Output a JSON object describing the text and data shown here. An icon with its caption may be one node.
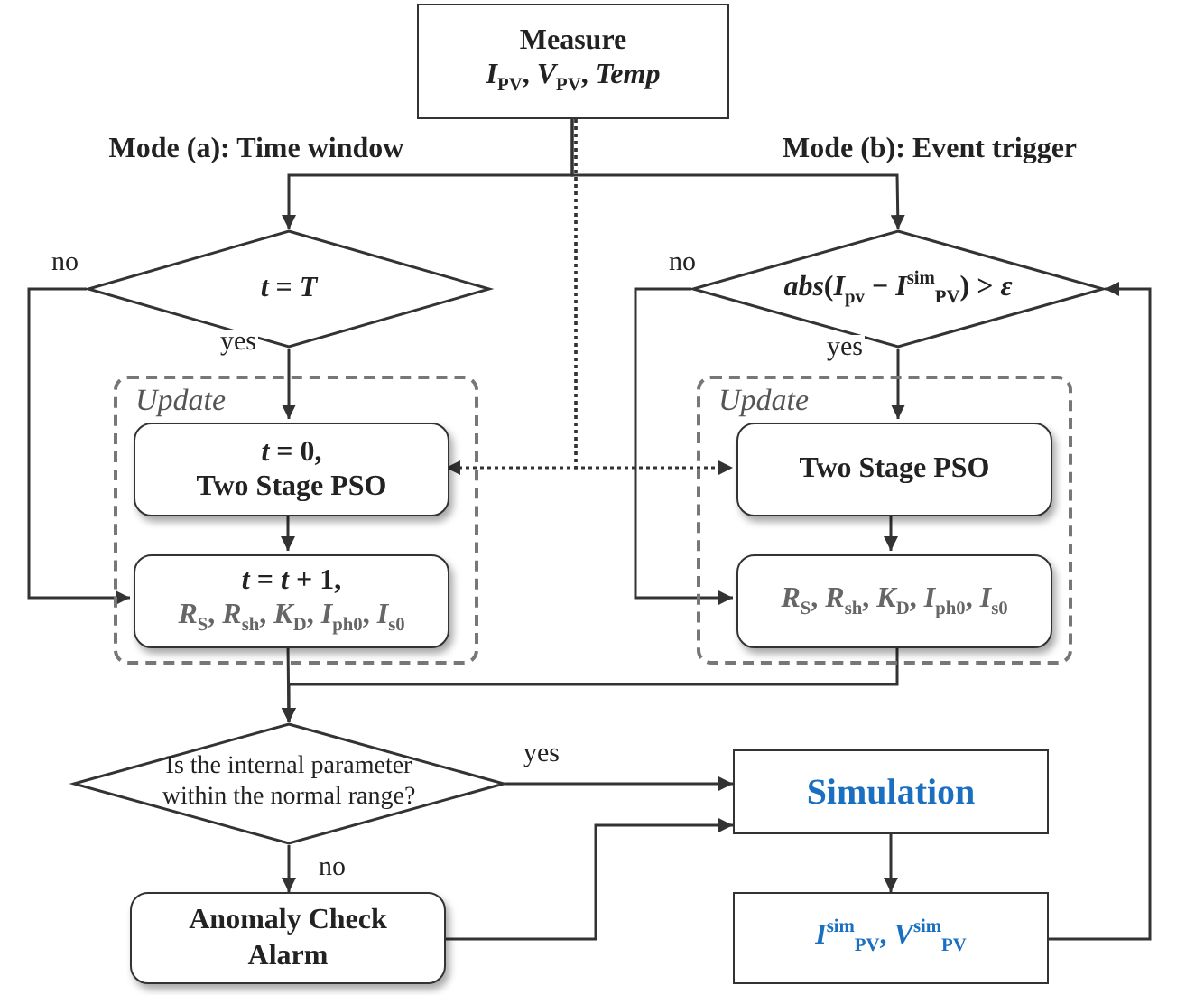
{
  "diagram": {
    "nodes": [
      {
        "text": [
          "Measure",
          "*I*$_{PV}$, *V*$_{PV}$, *Temp*"
        ]
      },
      {
        "text": [
          "*t* = *T*"
        ]
      },
      {
        "text": [
          "*abs*(*I*$_{pv}$ − *I*$^{sim}$$_{PV}$) > *ε*"
        ]
      },
      {
        "text": [
          "Update"
        ]
      },
      {
        "text": [
          "*t* = 0,",
          "Two Stage PSO"
        ],
        "in": 3
      },
      {
        "text": [
          "*t* = *t* + 1,",
          "*R*$_{S}$, *R*$_{sh}$, *K*$_{D}$, *I*$_{ph0}$, *I*$_{s0}$"
        ],
        "in": 3
      },
      {
        "text": [
          "Update"
        ]
      },
      {
        "text": [
          "Two Stage PSO"
        ],
        "in": 6
      },
      {
        "text": [
          "*R*$_{S}$, *R*$_{sh}$, *K*$_{D}$, *I*$_{ph0}$, *I*$_{s0}$"
        ],
        "in": 6
      },
      {
        "text": [
          "Is the internal parameter within the normal range?"
        ]
      },
      {
        "text": [
          "Simulation"
        ]
      },
      {
        "text": [
          "Anomaly Check Alarm"
        ]
      },
      {
        "text": [
          "*I*$^{sim}$$_{PV}$, *V*$^{sim}$$_{PV}$"
        ]
      }
    ],
    "edges": [
      {
        "from": 0,
        "to": 1,
        "arrow": "to"
      },
      {
        "from": 0,
        "to": 2,
        "arrow": "to"
      },
      {
        "from": 0,
        "to": 4,
        "arrow": "to",
        "style": "dashed"
      },
      {
        "from": 0,
        "to": 7,
        "arrow": "to",
        "style": "dashed"
      },
      {
        "from": 1,
        "to": 4,
        "arrow": "to",
        "label": "yes"
      },
      {
        "from": 1,
        "to": 5,
        "arrow": "to",
        "label": "no"
      },
      {
        "from": 4,
        "to": 5,
        "arrow": "to"
      },
      {
        "from": 2,
        "to": 7,
        "arrow": "to",
        "label": "yes"
      },
      {
        "from": 2,
        "to": 8,
        "arrow": "to",
        "label": "no"
      },
      {
        "from": 7,
        "to": 8,
        "arrow": "to"
      },
      {
        "from": 5,
        "to": 9,
        "arrow": "to"
      },
      {
        "from": 8,
        "to": 9,
        "arrow": "to"
      },
      {
        "from": 9,
        "to": 10,
        "arrow": "to",
        "label": "yes"
      },
      {
        "from": 9,
        "to": 11,
        "arrow": "to",
        "label": "no"
      },
      {
        "from": 11,
        "to": 10,
        "arrow": "to"
      },
      {
        "from": 10,
        "to": 12,
        "arrow": "to"
      },
      {
        "from": 12,
        "to": 2,
        "arrow": "to"
      }
    ],
    "labels": [
      "Mode (a): Time window",
      "Mode (b): Event trigger"
    ]
  }
}
